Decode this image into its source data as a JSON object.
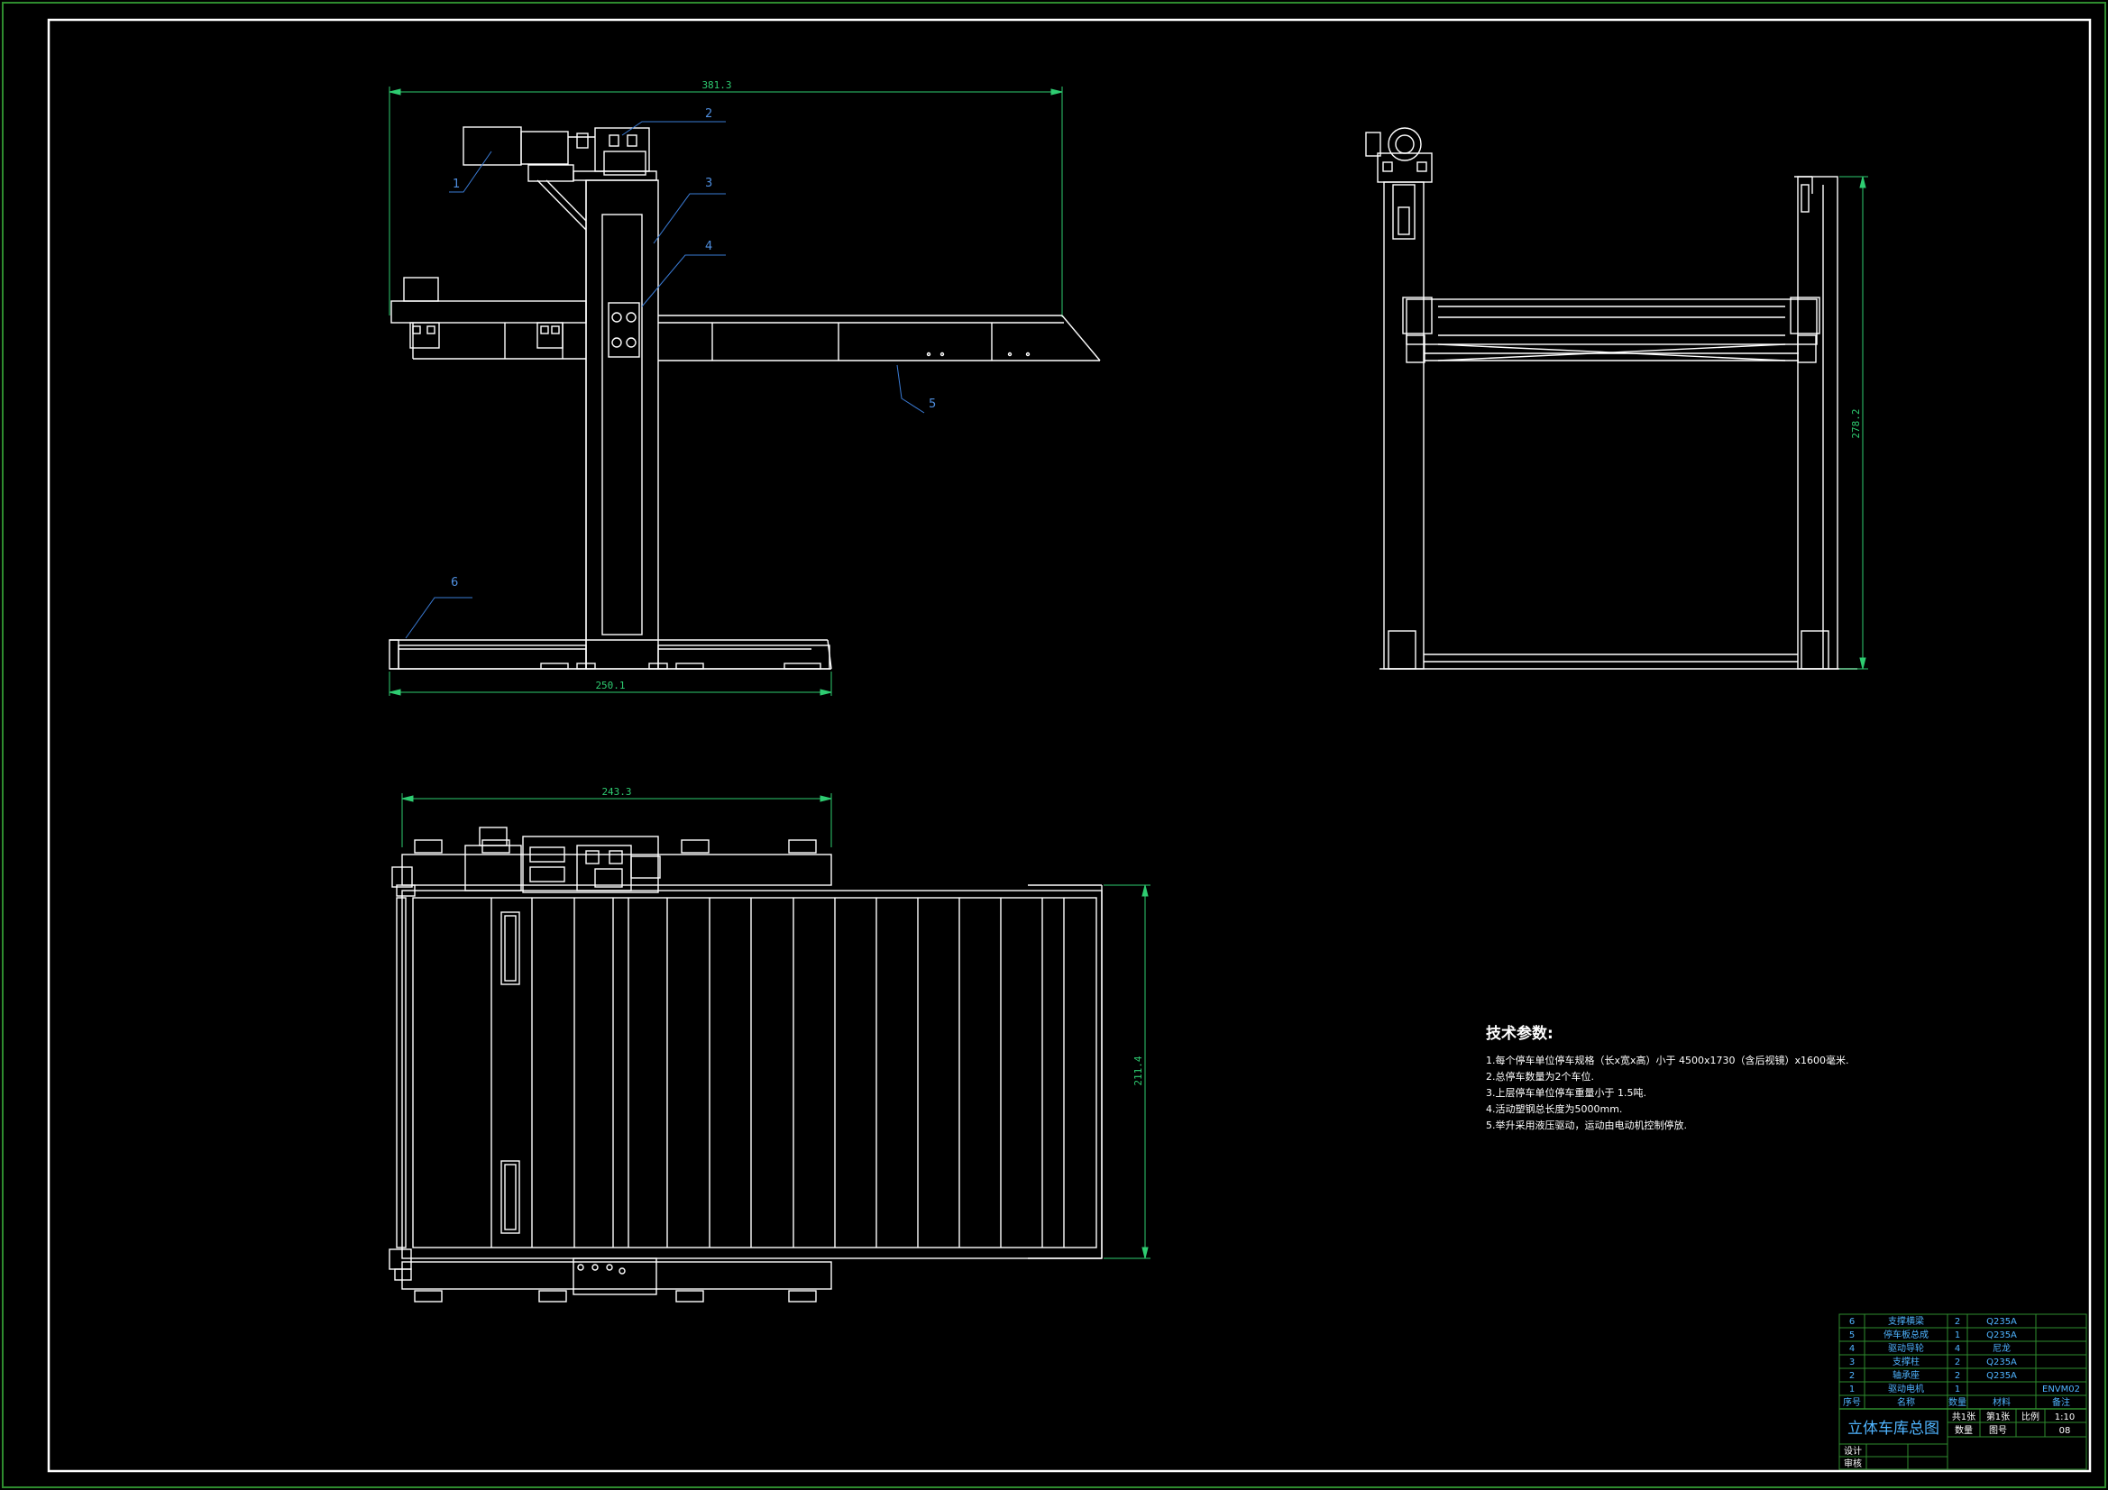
{
  "drawing_title": "立体车库总图",
  "colors": {
    "background": "#000000",
    "outline": "#ffffff",
    "frame": "#2e8b2e",
    "dimension": "#2ecc71",
    "leader": "#3a7bd5",
    "balloon_text": "#4f8fe0",
    "table_text": "#4fb4ff"
  },
  "views": {
    "front": {
      "name": "front-view",
      "dims": {
        "width_top": "381.3",
        "width_bottom": "250.1"
      },
      "balloons": [
        "1",
        "2",
        "3",
        "4",
        "5",
        "6"
      ]
    },
    "side": {
      "name": "side-view",
      "dims": {
        "height": "278.2"
      }
    },
    "top": {
      "name": "top-view",
      "dims": {
        "width": "243.3",
        "depth": "211.4"
      }
    }
  },
  "tech_params": {
    "heading": "技术参数:",
    "lines": [
      "1.每个停车单位停车规格（长x宽x高）小于 4500x1730（含后视镜）x1600毫米.",
      "2.总停车数量为2个车位.",
      "3.上层停车单位停车重量小于 1.5吨.",
      "4.活动塑钢总长度为5000mm.",
      "5.举升采用液压驱动，运动由电动机控制停放."
    ]
  },
  "parts_table": {
    "rows": [
      {
        "no": "6",
        "name": "支撑横梁",
        "qty": "2",
        "material": "Q235A",
        "note": ""
      },
      {
        "no": "5",
        "name": "停车板总成",
        "qty": "1",
        "material": "Q235A",
        "note": ""
      },
      {
        "no": "4",
        "name": "驱动导轮",
        "qty": "4",
        "material": "尼龙",
        "note": ""
      },
      {
        "no": "3",
        "name": "支撑柱",
        "qty": "2",
        "material": "Q235A",
        "note": ""
      },
      {
        "no": "2",
        "name": "轴承座",
        "qty": "2",
        "material": "Q235A",
        "note": ""
      },
      {
        "no": "1",
        "name": "驱动电机",
        "qty": "1",
        "material": "",
        "note": "ENVM02"
      }
    ],
    "header": {
      "no": "序号",
      "name": "名称",
      "qty": "数量",
      "material": "材料",
      "note": "备注"
    },
    "title_block": {
      "title": "立体车库总图",
      "sheet_total": "共1张",
      "sheet_no": "第1张",
      "scale_label": "比例",
      "scale": "1:10",
      "qty_label": "数量",
      "drawing_no_label": "图号",
      "drawing_no": "08",
      "designer_label": "设计",
      "reviewer_label": "审核"
    }
  }
}
